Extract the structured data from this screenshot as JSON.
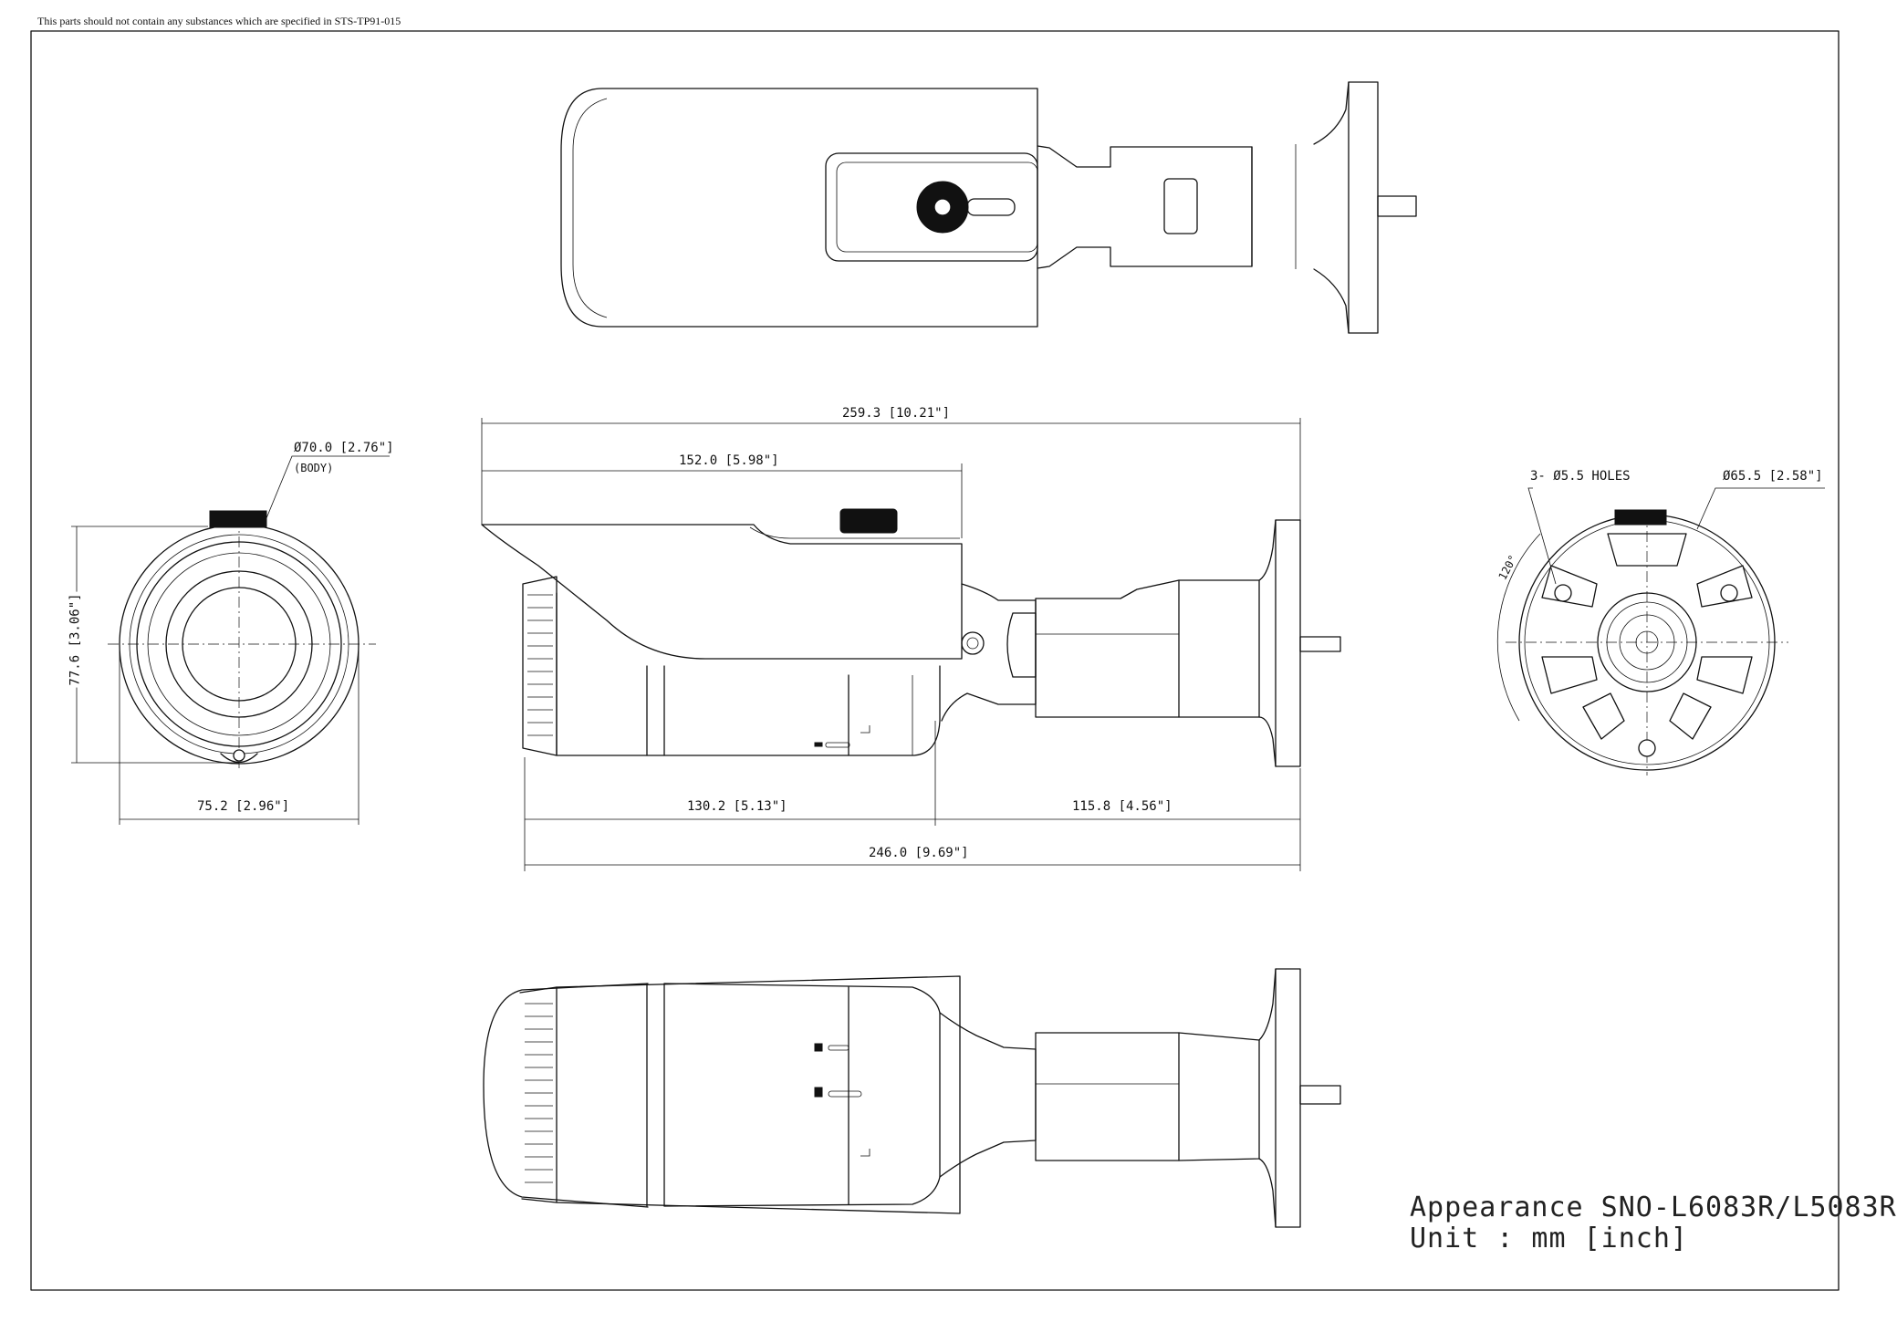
{
  "notice": "This parts should not contain any substances which are specified in STS-TP91-015",
  "title": {
    "line1": "Appearance SNO-L6083R/L5083R",
    "line2": "Unit : mm [inch]"
  },
  "front_view": {
    "body_diameter": "Ø70.0 [2.76\"]",
    "body_note": "(BODY)",
    "height": "77.6 [3.06\"]",
    "width": "75.2 [2.96\"]"
  },
  "side_view": {
    "overall_length": "259.3 [10.21\"]",
    "hood_length": "152.0 [5.98\"]",
    "body_length": "130.2 [5.13\"]",
    "mount_length": "115.8 [4.56\"]",
    "total_length": "246.0 [9.69\"]"
  },
  "mount_view": {
    "holes": "3- Ø5.5 HOLES",
    "diameter": "Ø65.5 [2.58\"]",
    "angle": "120°"
  }
}
